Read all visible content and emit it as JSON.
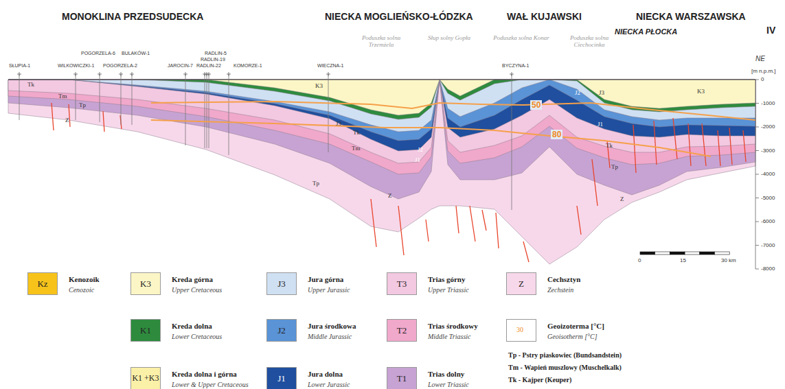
{
  "diagram": {
    "labels": [
      "MONOKLINA PRZEDSUDECKA",
      "NIECKA MOGLIEŃSKO-ŁÓDZKA",
      "WAŁ KUJAWSKI",
      "NIECKA WARSZAWSKA",
      "NIECKA PŁOCKA",
      "IV",
      "Poduszka solna Trzemżela",
      "Słup solny Gopła",
      "Poduszka solna Konar",
      "Poduszka solna Ciechocinka",
      "SŁUPIA-1",
      "WILKOWICZKI-1",
      "POGORZELA-6",
      "BULAKÓW-1",
      "POGORZELA-2",
      "JAROCIN-7",
      "RADLIN-5",
      "RADLIN-19",
      "RADLIN-22",
      "KOMORZE-1",
      "WIECZNA-1",
      "BYCZYNA-1",
      "NE",
      "[m n.p.m.]",
      "0",
      "-1000",
      "-2000",
      "-3000",
      "-4000",
      "-5000",
      "-6000",
      "-7000",
      "-8000",
      "0",
      "15",
      "30 km",
      "50",
      "80",
      "Tk",
      "Tm",
      "Tp",
      "Z",
      "K3",
      "J3",
      "Tk",
      "Tm",
      "Tp",
      "Z",
      "J2",
      "J1",
      "J2",
      "J3",
      "J1",
      "K3",
      "Tk",
      "Tp",
      "Z",
      "Kz",
      "Cenozoic",
      "K3",
      "Upper Cretaceous",
      "J3",
      "Upper Jurassic",
      "T3",
      "Upper Triassic",
      "Z",
      "Zechstein",
      "K1",
      "Lower Cretaceous",
      "J2",
      "Middle Jurassic",
      "T2",
      "Middle Triassic",
      "30",
      "Geoisotherm [°C]",
      "K1 +K3",
      "Lower & Upper Cretaceous",
      "J1",
      "Lower Jurassic",
      "T1",
      "Lower Triassic",
      "Tp - Pstry piaskowiec (Bundsandstein)",
      "Tm - Wapień muszlowy (Muschelkalk)",
      "Tk - Kajper (Keuper)"
    ],
    "legend": [
      {
        "text": "Kenozoik",
        "color": "#f7c31b"
      },
      {
        "text": "Kreda górna",
        "color": "#fcf6c6"
      },
      {
        "text": "Jura górna",
        "color": "#cfe0f3"
      },
      {
        "text": "Trias górny",
        "color": "#f3c8e1"
      },
      {
        "text": "Cechsztyn",
        "color": "#f7d8eb"
      },
      {
        "text": "Kreda dolna",
        "color": "#2e8b3e"
      },
      {
        "text": "Jura środkowa",
        "color": "#5a93d6"
      },
      {
        "text": "Trias środkowy",
        "color": "#f0a8cb"
      },
      {
        "text": "Geoizoterma [°C]"
      },
      {
        "text": "Kreda dolna i górna",
        "color": "#fbf0a8"
      },
      {
        "text": "Jura dolna",
        "color": "#1f4f9e"
      },
      {
        "text": "Trias dolny",
        "color": "#c7a3d3"
      }
    ]
  }
}
